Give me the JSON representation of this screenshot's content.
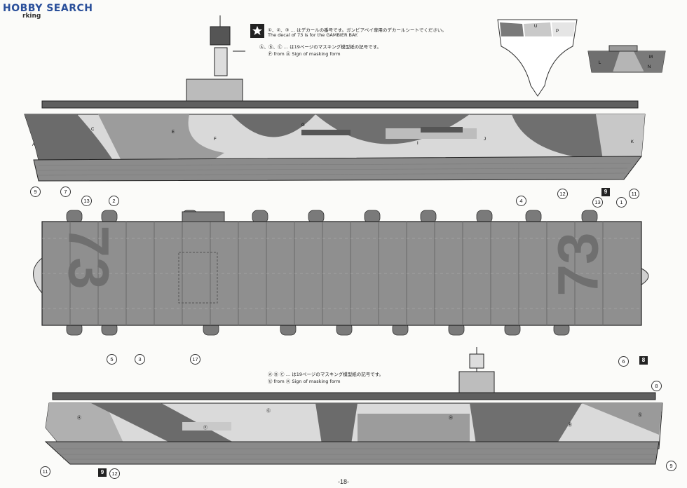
{
  "watermark": {
    "logo": "HOBBY SEARCH",
    "sub": "rking"
  },
  "notes": {
    "decal_line1": "①、②、③ … はデカールの番号です。ガンビアベイ専用のデカールシートでください。",
    "decal_line2": "The decal of 73 is for the GAMBIER BAY.",
    "mask_line1": "Ⓐ、Ⓑ、Ⓒ … は19ページのマスキング模型紙の記号です。",
    "mask_line2": "Ⓟ from Ⓐ   Sign of masking form",
    "lower_mask_line1": "Ⓐ Ⓑ Ⓒ … は19ページのマスキング模型紙の記号です。",
    "lower_mask_line2": "Ⓤ from Ⓐ   Sign of masking form"
  },
  "hull_number": "73",
  "badges": {
    "b9_top": "9",
    "b8_mid": "8",
    "b9_bottom": "9"
  },
  "callouts_top": [
    "9",
    "7",
    "12",
    "11"
  ],
  "callouts_plan_top": [
    "13",
    "2",
    "4",
    "13",
    "1"
  ],
  "callouts_plan_bottom": [
    "5",
    "3",
    "17",
    "6"
  ],
  "callouts_lower": [
    "8",
    "11",
    "12",
    "9"
  ],
  "page_number": "-18-",
  "colors": {
    "dark_camo": "#6d6d6d",
    "mid_camo": "#b4b4b4",
    "light_camo": "#e6e6e6",
    "deck": "#8f8f8f",
    "lower_hull": "#8a8a8a"
  }
}
